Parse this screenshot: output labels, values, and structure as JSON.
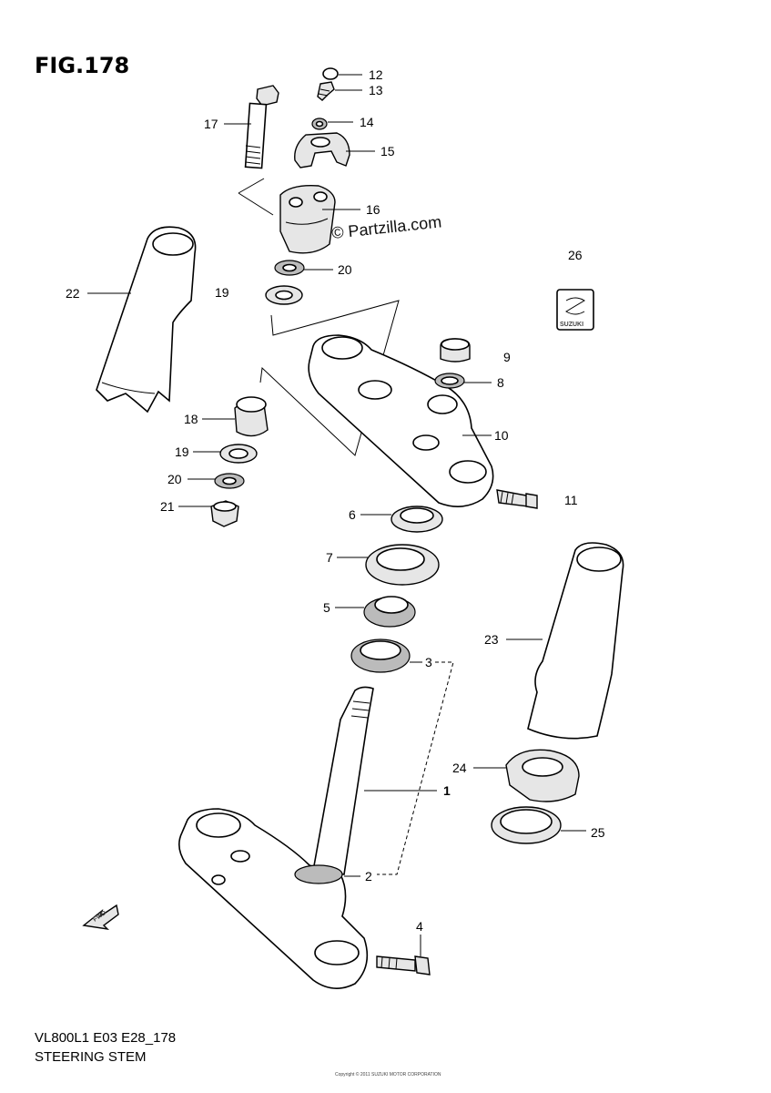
{
  "figure": {
    "title": "FIG.178",
    "watermark": "© Partzilla.com",
    "footer_code": "VL800L1 E03 E28_178",
    "footer_name": "STEERING STEM",
    "footer_copyright": "Copyright © 2011 SUZUKI MOTOR CORPORATION"
  },
  "callouts": [
    {
      "id": "c12",
      "label": "12"
    },
    {
      "id": "c13",
      "label": "13"
    },
    {
      "id": "c14",
      "label": "14"
    },
    {
      "id": "c15",
      "label": "15"
    },
    {
      "id": "c16",
      "label": "16"
    },
    {
      "id": "c17",
      "label": "17"
    },
    {
      "id": "c20a",
      "label": "20"
    },
    {
      "id": "c19a",
      "label": "19"
    },
    {
      "id": "c26",
      "label": "26"
    },
    {
      "id": "c22",
      "label": "22"
    },
    {
      "id": "c9",
      "label": "9"
    },
    {
      "id": "c8",
      "label": "8"
    },
    {
      "id": "c10",
      "label": "10"
    },
    {
      "id": "c18",
      "label": "18"
    },
    {
      "id": "c19b",
      "label": "19"
    },
    {
      "id": "c20b",
      "label": "20"
    },
    {
      "id": "c21",
      "label": "21"
    },
    {
      "id": "c11",
      "label": "11"
    },
    {
      "id": "c6",
      "label": "6"
    },
    {
      "id": "c7",
      "label": "7"
    },
    {
      "id": "c5",
      "label": "5"
    },
    {
      "id": "c23",
      "label": "23"
    },
    {
      "id": "c3",
      "label": "3"
    },
    {
      "id": "c24",
      "label": "24"
    },
    {
      "id": "c1",
      "label": "1"
    },
    {
      "id": "c25",
      "label": "25"
    },
    {
      "id": "c2",
      "label": "2"
    },
    {
      "id": "c4",
      "label": "4"
    }
  ],
  "emblem": {
    "text": "SUZUKI"
  },
  "fwd_arrow": {
    "text": "FWD"
  }
}
